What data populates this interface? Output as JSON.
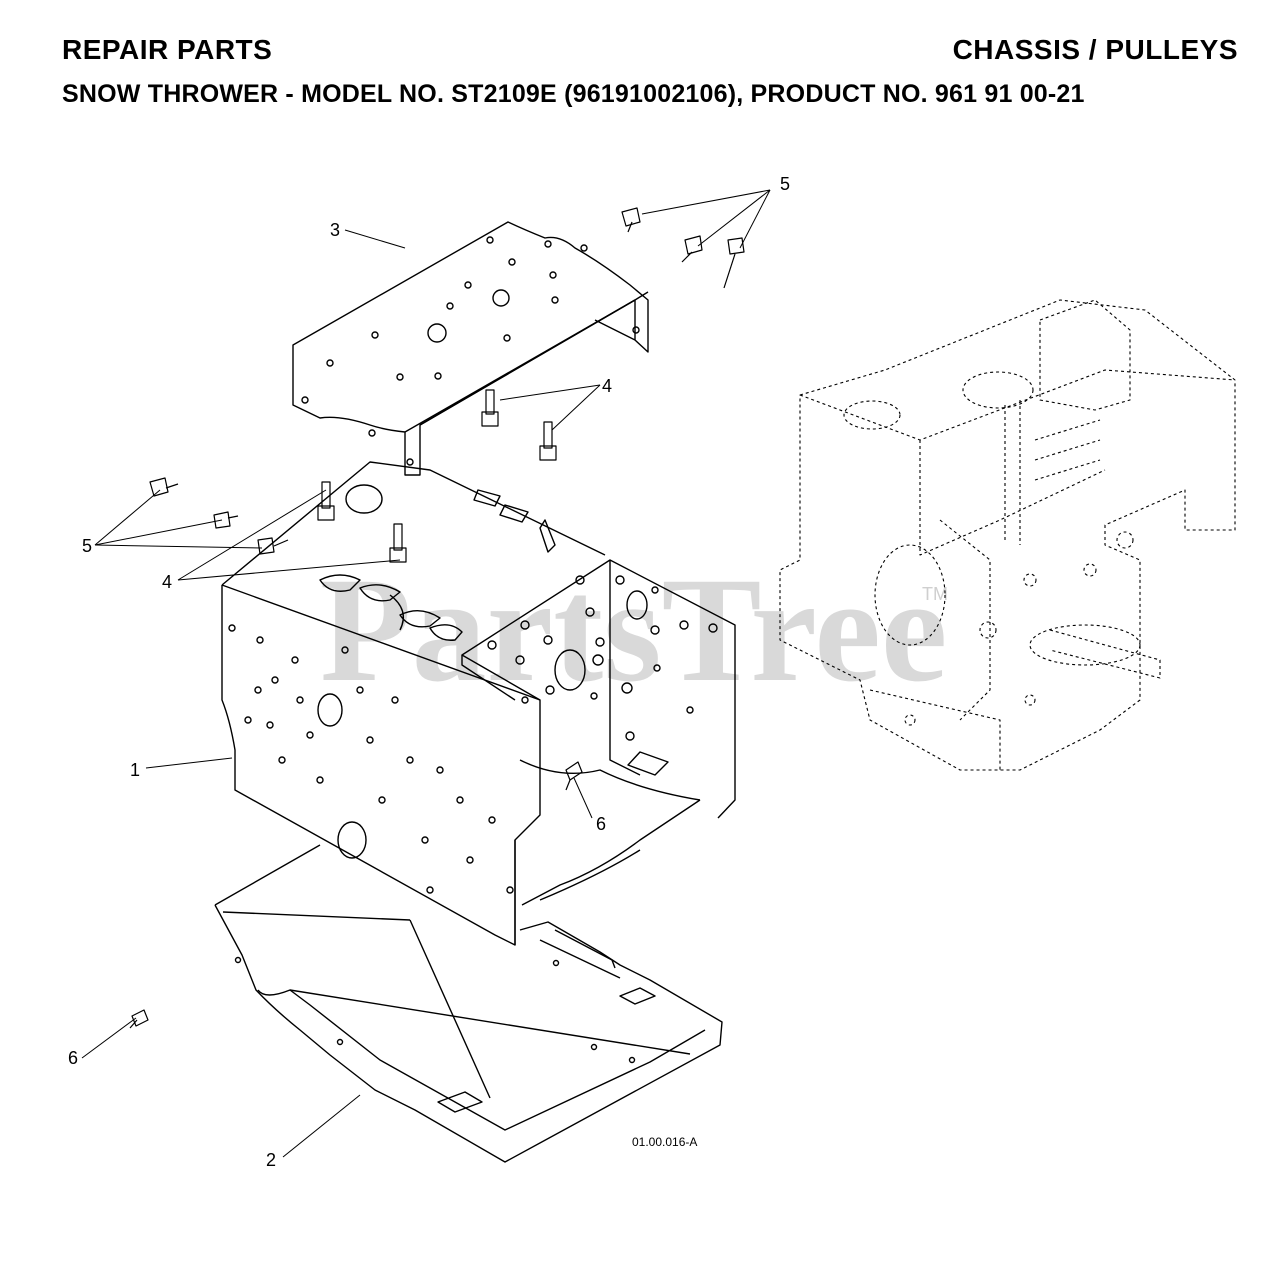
{
  "header": {
    "title": "REPAIR PARTS",
    "section": "CHASSIS / PULLEYS",
    "line_prefix": "SNOW THROWER - MODEL NO.",
    "model": "ST2109E",
    "line_suffix": "(96191002106), PRODUCT NO. 961 91 00-21"
  },
  "callouts": {
    "c1": "1",
    "c2": "2",
    "c3": "3",
    "c4a": "4",
    "c4b": "4",
    "c5a": "5",
    "c5b": "5",
    "c6a": "6",
    "c6b": "6"
  },
  "figure_id": "01.00.016-A",
  "watermark": {
    "text": "PartsTree",
    "tm": "TM"
  }
}
